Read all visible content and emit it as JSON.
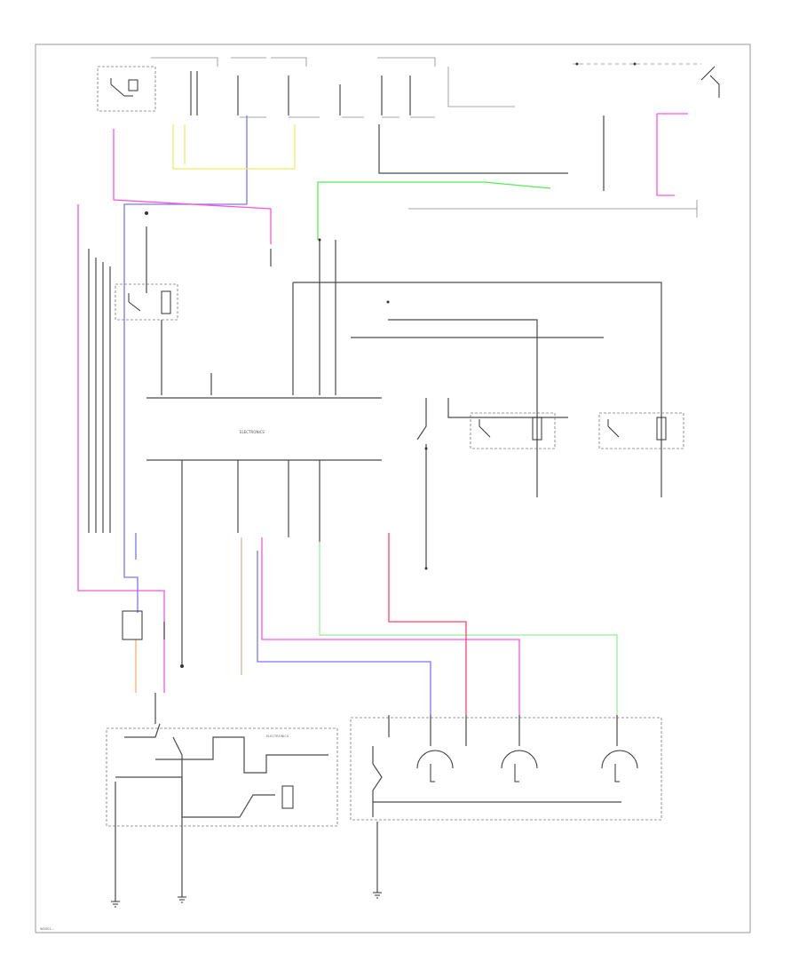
{
  "diagram": {
    "footer_code": "W0001...",
    "center_label": "ELECTRONICS",
    "lower_center_label": "ELECTRONICS"
  },
  "colors": {
    "pink": "#ff55dd",
    "blue": "#7777ff",
    "yellow": "#eeee66",
    "green": "#55ee55",
    "red": "#ff4466",
    "orange": "#ffaa77",
    "tan": "#ccbb88",
    "light_green": "#99ee99",
    "wire": "#4a4a4a"
  }
}
